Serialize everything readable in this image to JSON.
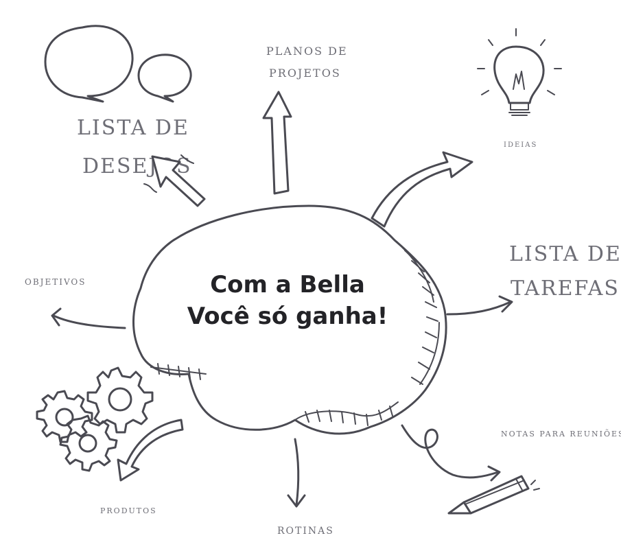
{
  "center": {
    "line1": "Com a Bella",
    "line2": "Você só ganha!"
  },
  "nodes": {
    "lista_desejos": {
      "line1": "LISTA DE",
      "line2": "DESEJOS"
    },
    "planos_projetos": {
      "line1": "PLANOS DE",
      "line2": "PROJETOS"
    },
    "ideias": {
      "text": "IDEIAS"
    },
    "lista_tarefas": {
      "line1": "LISTA DE",
      "line2": "TAREFAS"
    },
    "objetivos": {
      "text": "OBJETIVOS"
    },
    "produtos": {
      "text": "PRODUTOS"
    },
    "rotinas": {
      "text": "ROTINAS"
    },
    "notas_reunioes": {
      "text": "NOTAS PARA REUNIÕES"
    }
  },
  "icons": [
    "speech-bubbles-icon",
    "lightbulb-icon",
    "gears-icon",
    "pencil-icon"
  ],
  "colors": {
    "ink": "#4a4a52",
    "text": "#232327",
    "label": "#6e6e76"
  }
}
